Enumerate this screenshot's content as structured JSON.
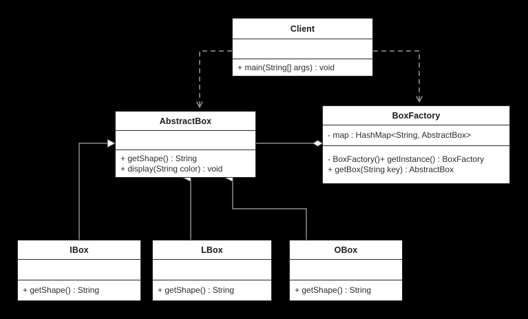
{
  "diagram": {
    "type": "uml-class-diagram",
    "background_color": "#000000",
    "box_fill_color": "#ffffff",
    "box_border_color": "#262626",
    "line_color": "#9a9a9a",
    "text_color": "#2b2b2b",
    "title_color": "#1a1a1a"
  },
  "classes": {
    "client": {
      "name": "Client",
      "attributes": [],
      "operations": [
        "+ main(String[] args) : void"
      ]
    },
    "abstract_box": {
      "name": "AbstractBox",
      "attributes": [],
      "operations": [
        "+ getShape() : String",
        "+ display(String color) : void"
      ]
    },
    "box_factory": {
      "name": "BoxFactory",
      "attributes": [
        "- map : HashMap<String, AbstractBox>"
      ],
      "operations": [
        "- BoxFactory()+ getInstance() : BoxFactory",
        "+ getBox(String key) : AbstractBox"
      ]
    },
    "i_box": {
      "name": "IBox",
      "attributes": [],
      "operations": [
        "+ getShape() : String"
      ]
    },
    "l_box": {
      "name": "LBox",
      "attributes": [],
      "operations": [
        "+ getShape() : String"
      ]
    },
    "o_box": {
      "name": "OBox",
      "attributes": [],
      "operations": [
        "+ getShape() : String"
      ]
    }
  },
  "relationships": [
    {
      "id": "client-to-abstractbox",
      "kind": "dependency",
      "from": "Client",
      "to": "AbstractBox",
      "style": "dashed",
      "arrow": "open"
    },
    {
      "id": "client-to-boxfactory",
      "kind": "dependency",
      "from": "Client",
      "to": "BoxFactory",
      "style": "dashed",
      "arrow": "open"
    },
    {
      "id": "boxfactory-to-abstractbox",
      "kind": "aggregation",
      "from": "BoxFactory",
      "to": "AbstractBox",
      "style": "solid",
      "arrow": "hollow-diamond"
    },
    {
      "id": "ibox-to-abstractbox",
      "kind": "generalization",
      "from": "IBox",
      "to": "AbstractBox",
      "style": "solid",
      "arrow": "hollow-triangle"
    },
    {
      "id": "lbox-to-abstractbox",
      "kind": "generalization",
      "from": "LBox",
      "to": "AbstractBox",
      "style": "solid",
      "arrow": "hollow-triangle"
    },
    {
      "id": "obox-to-abstractbox",
      "kind": "generalization",
      "from": "OBox",
      "to": "AbstractBox",
      "style": "solid",
      "arrow": "hollow-triangle"
    }
  ]
}
